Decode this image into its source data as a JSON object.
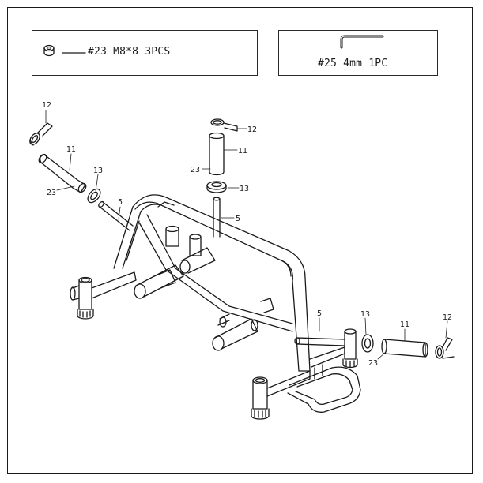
{
  "hardware": {
    "bolt": {
      "text": "#23 M8*8 3PCS",
      "icon": "bolt-head-icon"
    },
    "hex_key": {
      "text": "#25 4mm 1PC",
      "icon": "allen-key-icon"
    }
  },
  "callouts": [
    {
      "id": "left-12",
      "text": "12"
    },
    {
      "id": "left-11",
      "text": "11"
    },
    {
      "id": "left-13",
      "text": "13"
    },
    {
      "id": "left-23",
      "text": "23"
    },
    {
      "id": "left-5",
      "text": "5"
    },
    {
      "id": "top-12",
      "text": "12"
    },
    {
      "id": "top-11",
      "text": "11"
    },
    {
      "id": "top-23",
      "text": "23"
    },
    {
      "id": "top-13",
      "text": "13"
    },
    {
      "id": "top-5",
      "text": "5"
    },
    {
      "id": "right-5",
      "text": "5"
    },
    {
      "id": "right-13",
      "text": "13"
    },
    {
      "id": "right-11",
      "text": "11"
    },
    {
      "id": "right-12",
      "text": "12"
    },
    {
      "id": "right-23",
      "text": "23"
    }
  ]
}
